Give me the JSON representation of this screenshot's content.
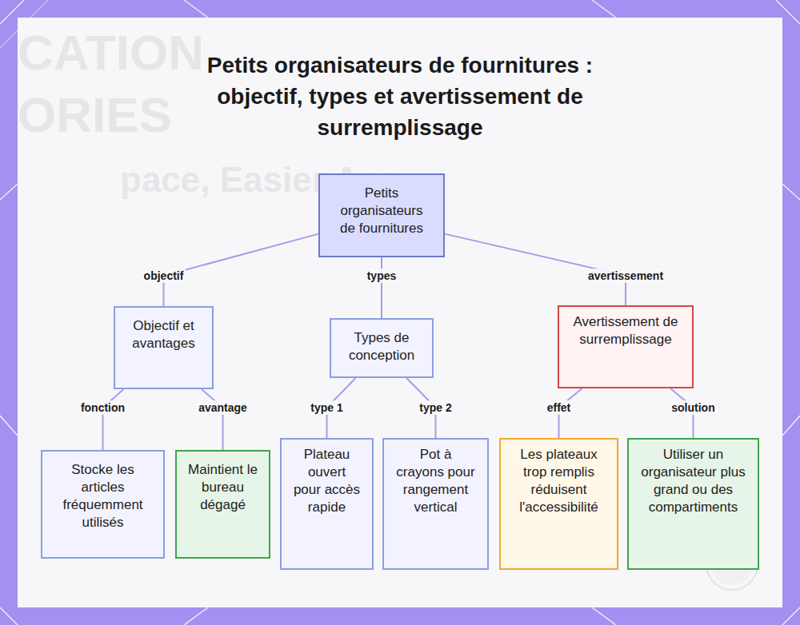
{
  "diagram": {
    "title": "Petits organisateurs de fournitures : objectif, types et avertissement de surremplissage",
    "nodes": [
      {
        "text": [
          "Petits organisateurs de fournitures"
        ]
      },
      {
        "text": [
          "Objectif et avantages"
        ]
      },
      {
        "text": [
          "Types de conception"
        ]
      },
      {
        "text": [
          "Avertissement de surremplissage"
        ]
      },
      {
        "text": [
          "Stocke les articles fréquemment utilisés"
        ]
      },
      {
        "text": [
          "Maintient le bureau dégagé"
        ]
      },
      {
        "text": [
          "Plateau ouvert pour accès rapide"
        ]
      },
      {
        "text": [
          "Pot à crayons pour rangement vertical"
        ]
      },
      {
        "text": [
          "Les plateaux trop remplis réduisent l'accessibilité"
        ]
      },
      {
        "text": [
          "Utiliser un organisateur plus grand ou des compartiments"
        ]
      }
    ],
    "edges": [
      {
        "from": 0,
        "to": 1,
        "label": "objectif",
        "arrow": "none"
      },
      {
        "from": 0,
        "to": 2,
        "label": "types",
        "arrow": "none"
      },
      {
        "from": 0,
        "to": 3,
        "label": "avertissement",
        "arrow": "none"
      },
      {
        "from": 1,
        "to": 4,
        "label": "fonction",
        "arrow": "none"
      },
      {
        "from": 1,
        "to": 5,
        "label": "avantage",
        "arrow": "none"
      },
      {
        "from": 2,
        "to": 6,
        "label": "type 1",
        "arrow": "none"
      },
      {
        "from": 2,
        "to": 7,
        "label": "type 2",
        "arrow": "none"
      },
      {
        "from": 3,
        "to": 8,
        "label": "effet",
        "arrow": "none"
      },
      {
        "from": 3,
        "to": 9,
        "label": "solution",
        "arrow": "none"
      }
    ],
    "labels": [
      "CATION",
      "ORIES",
      "pace, Easier Acc"
    ]
  }
}
